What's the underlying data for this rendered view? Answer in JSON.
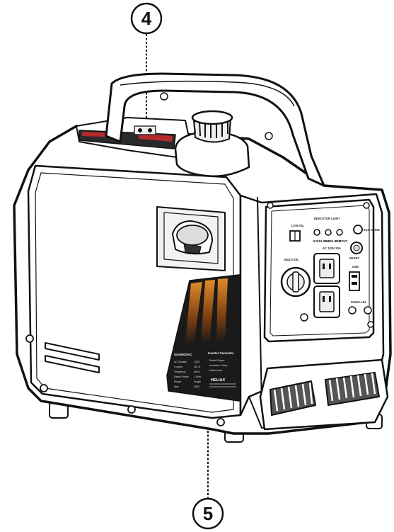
{
  "callouts": [
    {
      "number": "4"
    },
    {
      "number": "5"
    }
  ],
  "control_panel": {
    "low_oil_label": "LOW OIL",
    "indicator_title": "INDICATOR LIGHT",
    "indicators": [
      "OVERLOAD",
      "OVERLOAD",
      "OUTPUT"
    ],
    "eco_label": "ECO MODE",
    "outlet_rating": "AC 120V 20A",
    "multi_label": "MULTI-OIL",
    "reset_label": "RESET",
    "usb_label": "USB",
    "parallel_label": "PARALLEL"
  },
  "decal": {
    "model": "GN2600iSAC",
    "title": "Inverter Generator",
    "brand": "HELIAX",
    "spec_labels": [
      "AC Voltage",
      "Current",
      "Frequency",
      "Rated Power",
      "Phase",
      "Max"
    ],
    "spec_values": [
      "120V",
      "16.7A",
      "60Hz",
      "2.0kW",
      "Single",
      "2600"
    ],
    "right_labels": [
      "Rated Output",
      "Insulation Class",
      "Noise level"
    ]
  },
  "colors": {
    "outline": "#111111",
    "decal_dark": "#1a1a1a",
    "decal_glow": "#c8761f",
    "label_red": "#b52a2a"
  }
}
